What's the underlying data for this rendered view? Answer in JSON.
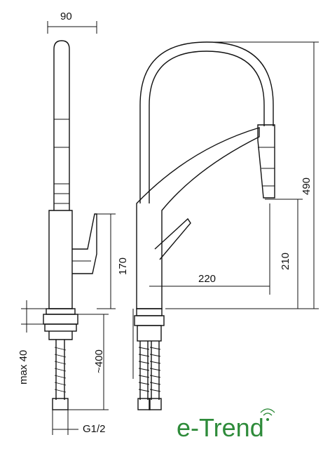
{
  "dimensions": {
    "width_top": "90",
    "height_total": "490",
    "height_lever": "170",
    "height_spout": "210",
    "reach": "220",
    "thickness_max": "max 40",
    "hose_length": "~400",
    "connection": "G1/2"
  },
  "brand": {
    "name": "e-Trend",
    "color": "#2e8b3a"
  },
  "colors": {
    "line": "#111111"
  }
}
